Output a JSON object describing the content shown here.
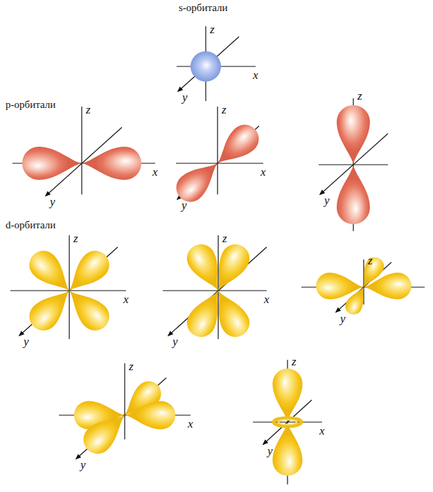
{
  "diagram": {
    "labels": [
      "s-орбитали",
      "z",
      "x",
      "y",
      "p-орбитали",
      "z",
      "x",
      "y",
      "z",
      "x",
      "y",
      "z",
      "y",
      "d-орбитали",
      "z",
      "x",
      "y",
      "z",
      "x",
      "y",
      "z",
      "y",
      "z",
      "x",
      "y",
      "z",
      "x",
      "y"
    ]
  }
}
